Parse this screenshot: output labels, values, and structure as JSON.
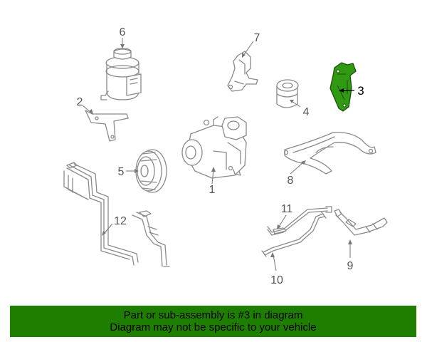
{
  "diagram": {
    "callouts": [
      {
        "num": "1",
        "part": "power steering pump",
        "highlighted": false
      },
      {
        "num": "2",
        "part": "reservoir bracket",
        "highlighted": false
      },
      {
        "num": "3",
        "part": "pump bracket",
        "highlighted": true
      },
      {
        "num": "4",
        "part": "damper",
        "highlighted": false
      },
      {
        "num": "5",
        "part": "pulley",
        "highlighted": false
      },
      {
        "num": "6",
        "part": "reservoir",
        "highlighted": false
      },
      {
        "num": "7",
        "part": "support bracket",
        "highlighted": false
      },
      {
        "num": "8",
        "part": "hose shield",
        "highlighted": false
      },
      {
        "num": "9",
        "part": "return hose",
        "highlighted": false
      },
      {
        "num": "10",
        "part": "pressure line",
        "highlighted": false
      },
      {
        "num": "11",
        "part": "pressure line",
        "highlighted": false
      },
      {
        "num": "12",
        "part": "oil cooler",
        "highlighted": false
      }
    ]
  },
  "banner": {
    "line1": "Part or sub-assembly is #3 in diagram",
    "line2": "Diagram may not be specific to your vehicle"
  },
  "colors": {
    "highlight": "#1e7e00",
    "part_fill": "#2f9a12",
    "line": "#8a8a8a",
    "label": "#555555",
    "background": "#ffffff"
  }
}
